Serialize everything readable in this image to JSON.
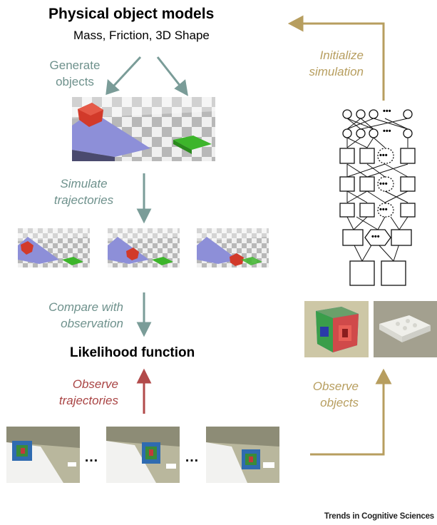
{
  "title": "Physical object models",
  "subtitle": "Mass, Friction, 3D Shape",
  "steps": {
    "generate": [
      "Generate",
      "objects"
    ],
    "simulate": [
      "Simulate",
      "trajectories"
    ],
    "compare": [
      "Compare with",
      "observation"
    ],
    "observe_trajectories": [
      "Observe",
      "trajectories"
    ],
    "initialize": [
      "Initialize",
      "simulation"
    ],
    "observe_objects": [
      "Observe",
      "objects"
    ]
  },
  "likelihood": "Likelihood function",
  "ellipsis": "…",
  "footer": "Trends in Cognitive Sciences",
  "colors": {
    "teal_arrow": "#7a9c98",
    "gold_arrow": "#b79e5f",
    "red_arrow": "#b24a4a",
    "ramp": "#8d8fd8",
    "red_block": "#d23a2a",
    "green_block": "#3db52b"
  },
  "icons": {
    "network": "recognition-network-icon",
    "net_dots": "•••"
  }
}
